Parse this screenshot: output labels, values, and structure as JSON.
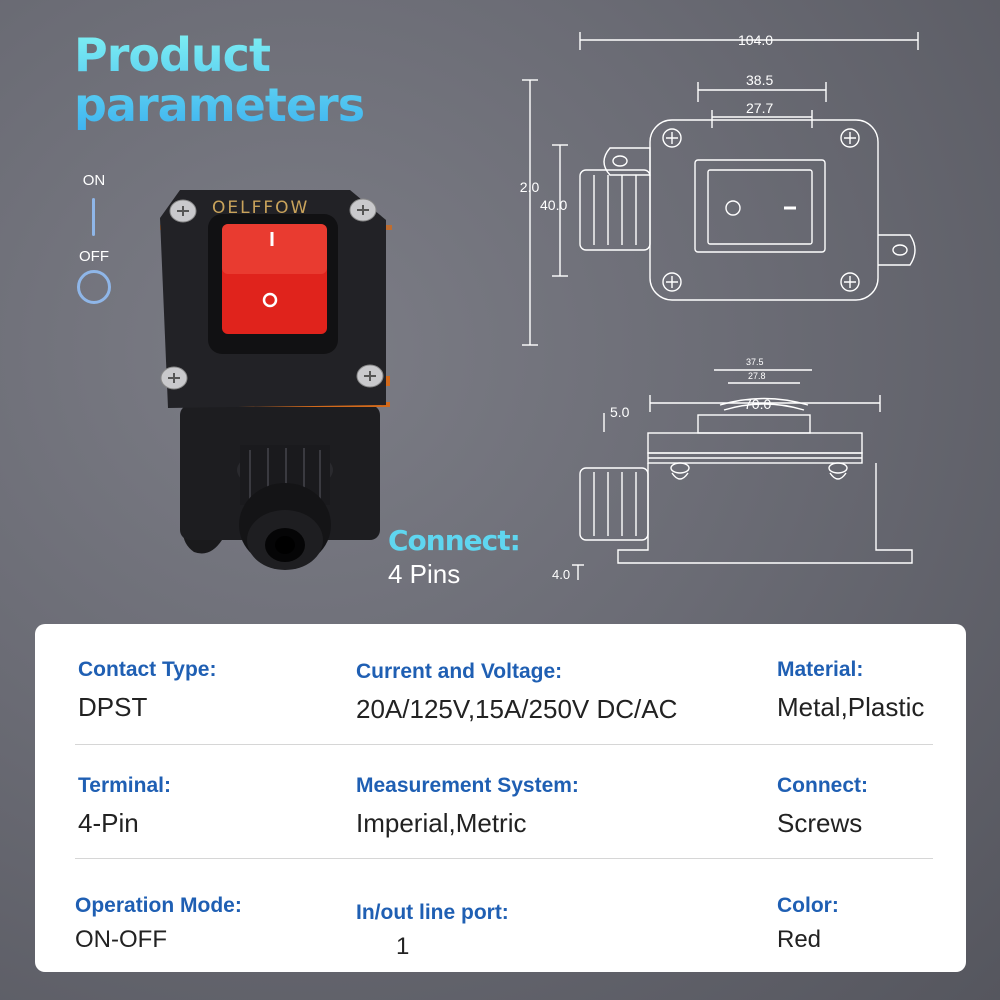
{
  "title": {
    "line1": "Product",
    "line2": "parameters"
  },
  "switch_indicator": {
    "on": "ON",
    "off": "OFF"
  },
  "product": {
    "brand": "OELFFOW",
    "switch_on_symbol": "I",
    "switch_off_symbol": "O"
  },
  "connect": {
    "label": "Connect:",
    "value": "4 Pins"
  },
  "drawing": {
    "top_view": {
      "overall_width": "104.0",
      "width_38_5": "38.5",
      "width_27_7": "27.7",
      "height": "92.0",
      "height_inner": "40.0"
    },
    "side_view": {
      "dim_37_5": "37.5",
      "dim_27_8": "27.8",
      "width": "70.0",
      "offset_top": "5.0",
      "offset_bottom": "4.0"
    }
  },
  "specs": [
    {
      "key": "Contact Type:",
      "value": "DPST"
    },
    {
      "key": "Current and Voltage:",
      "value": "20A/125V,15A/250V DC/AC"
    },
    {
      "key": "Material:",
      "value": "Metal,Plastic"
    },
    {
      "key": "Terminal:",
      "value": "4-Pin"
    },
    {
      "key": "Measurement System:",
      "value": "Imperial,Metric"
    },
    {
      "key": "Connect:",
      "value": "Screws"
    },
    {
      "key": "Operation Mode:",
      "value": "ON-OFF"
    },
    {
      "key": "In/out line port:",
      "value": "1"
    },
    {
      "key": "Color:",
      "value": "Red"
    }
  ],
  "colors": {
    "accent": "#5fd6f0",
    "spec_key": "#1f5fb3",
    "switch_red": "#e0231c"
  }
}
